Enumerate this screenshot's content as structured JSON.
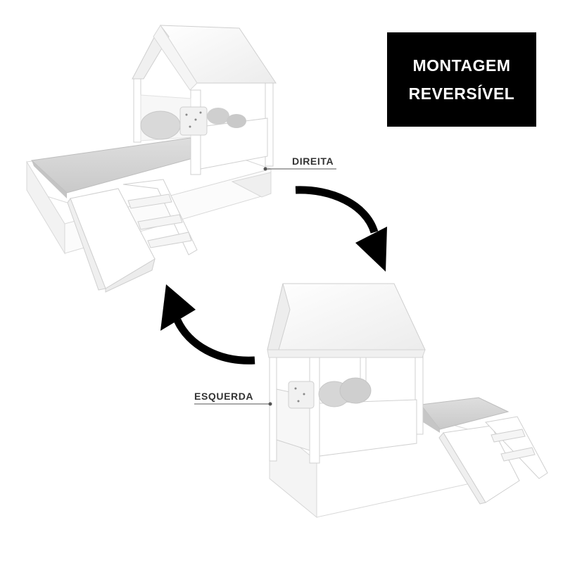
{
  "badge": {
    "line1": "MONTAGEM",
    "line2": "REVERSÍVEL"
  },
  "callouts": {
    "right": "DIREITA",
    "left": "ESQUERDA"
  },
  "colors": {
    "badge_bg": "#000000",
    "badge_text": "#ffffff",
    "arrow": "#000000",
    "furniture": "#ffffff",
    "furniture_edge": "#d6d6d6",
    "mattress": "#d3d3d3"
  },
  "icons": {
    "cycle_arrow_top": "curved-arrow-down-right-icon",
    "cycle_arrow_bottom": "curved-arrow-up-left-icon"
  }
}
